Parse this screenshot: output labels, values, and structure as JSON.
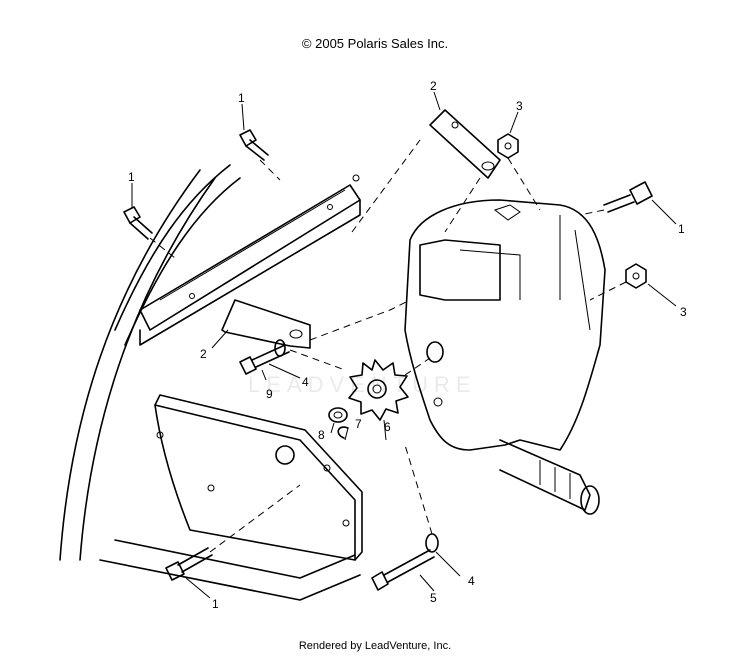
{
  "header": {
    "copyright": "© 2005 Polaris Sales Inc."
  },
  "footer": {
    "rendered_by": "Rendered by LeadVenture, Inc."
  },
  "watermark": {
    "text": "LEADVENTURE"
  },
  "callouts": [
    {
      "id": "c1a",
      "label": "1"
    },
    {
      "id": "c1b",
      "label": "1"
    },
    {
      "id": "c1c",
      "label": "1"
    },
    {
      "id": "c1d",
      "label": "1"
    },
    {
      "id": "c2a",
      "label": "2"
    },
    {
      "id": "c2b",
      "label": "2"
    },
    {
      "id": "c3a",
      "label": "3"
    },
    {
      "id": "c3b",
      "label": "3"
    },
    {
      "id": "c4a",
      "label": "4"
    },
    {
      "id": "c4b",
      "label": "4"
    },
    {
      "id": "c5",
      "label": "5"
    },
    {
      "id": "c6",
      "label": "6"
    },
    {
      "id": "c7",
      "label": "7"
    },
    {
      "id": "c8",
      "label": "8"
    },
    {
      "id": "c9",
      "label": "9"
    }
  ]
}
